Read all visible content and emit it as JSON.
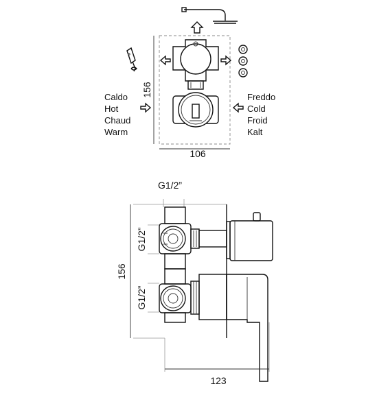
{
  "top_view": {
    "hot_inlet_labels": [
      "Caldo",
      "Hot",
      "Chaud",
      "Warm"
    ],
    "cold_inlet_labels": [
      "Freddo",
      "Cold",
      "Froid",
      "Kalt"
    ],
    "height_dim": "156",
    "width_dim": "106"
  },
  "side_view": {
    "top_thread": "G1/2”",
    "upper_thread": "G1/2”",
    "lower_thread": "G1/2”",
    "height_dim": "156",
    "depth_dim": "123"
  }
}
